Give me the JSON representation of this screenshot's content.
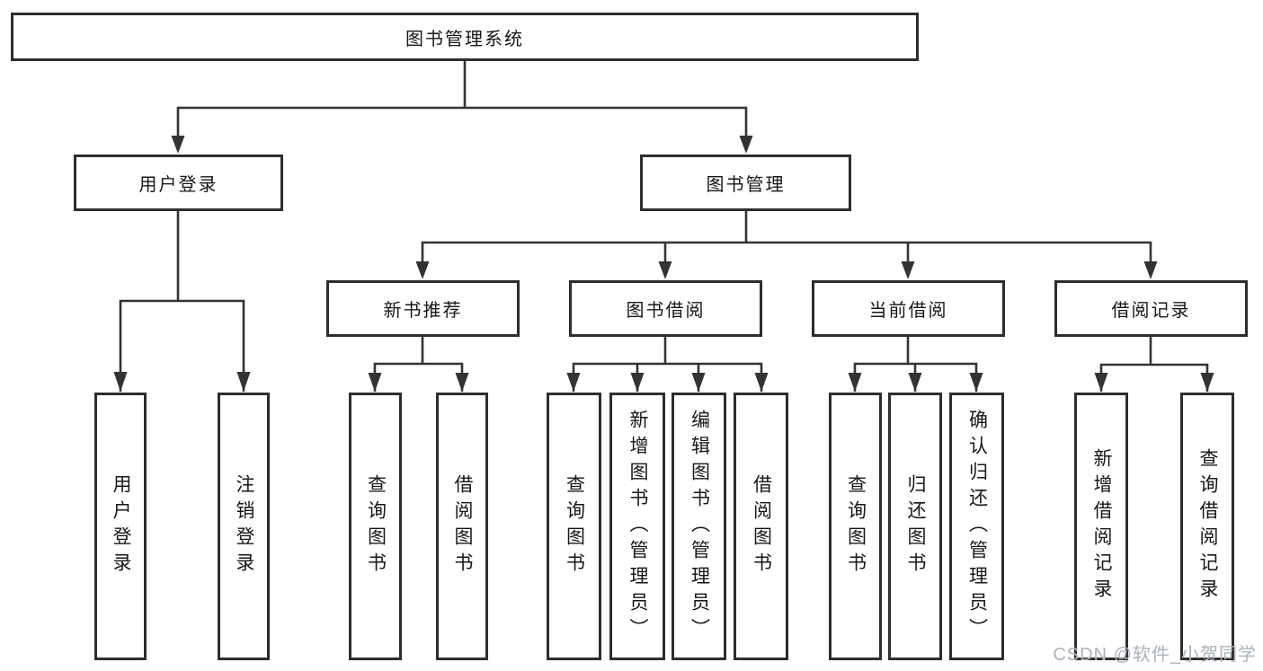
{
  "title": "图书管理系统",
  "level2": {
    "left": "用户登录",
    "right": "图书管理"
  },
  "level3": [
    "新书推荐",
    "图书借阅",
    "当前借阅",
    "借阅记录"
  ],
  "leaves": {
    "user": [
      "用户登录",
      "注销登录"
    ],
    "recommend": [
      "查询图书",
      "借阅图书"
    ],
    "borrow": [
      "查询图书",
      "新增图书（管理员）",
      "编辑图书（管理员）",
      "借阅图书"
    ],
    "current": [
      "查询图书",
      "归还图书",
      "确认归还（管理员）"
    ],
    "record": [
      "新增借阅记录",
      "查询借阅记录"
    ]
  },
  "watermark": {
    "text": "CSDN @软件_小贺同学",
    "color": "#b3b8bf"
  },
  "colors": {
    "line": "#333333",
    "box_border": "#2d2d2d",
    "text": "#171717",
    "background": "#ffffff"
  }
}
